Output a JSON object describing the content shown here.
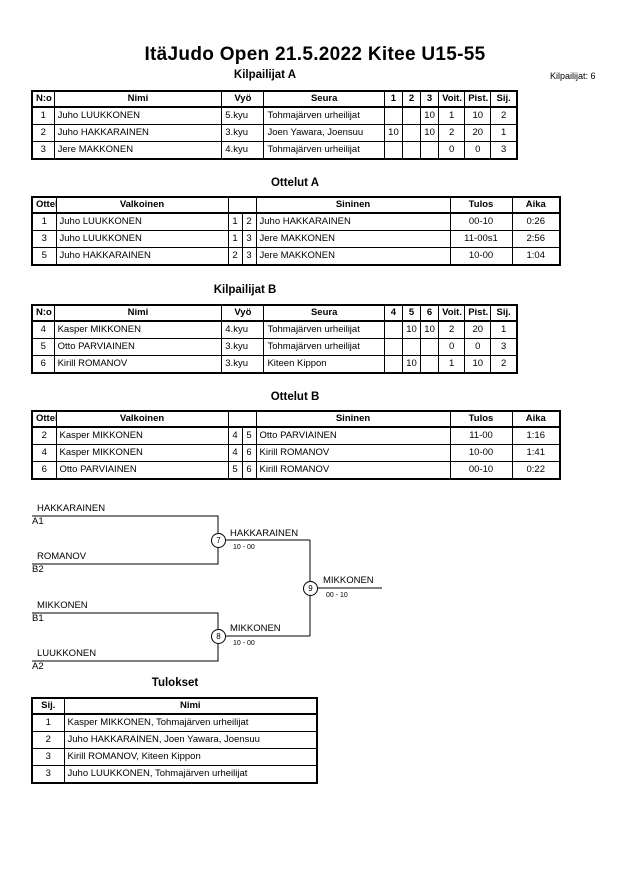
{
  "title": "ItäJudo Open  21.5.2022  Kitee   U15-55",
  "participant_count": "Kilpailijat: 6",
  "group_a": {
    "heading": "Kilpailijat A",
    "columns": [
      "N:o",
      "Nimi",
      "Vyö",
      "Seura",
      "1",
      "2",
      "3",
      "Voit.",
      "Pist.",
      "Sij."
    ],
    "rows": [
      {
        "no": "1",
        "name": "Juho LUUKKONEN",
        "belt": "5.kyu",
        "club": "Tohmajärven urheilijat",
        "r1": "",
        "r2": "",
        "r3": "10",
        "wins": "1",
        "points": "10",
        "place": "2"
      },
      {
        "no": "2",
        "name": "Juho HAKKARAINEN",
        "belt": "3.kyu",
        "club": "Joen Yawara, Joensuu",
        "r1": "10",
        "r2": "",
        "r3": "10",
        "wins": "2",
        "points": "20",
        "place": "1"
      },
      {
        "no": "3",
        "name": "Jere MAKKONEN",
        "belt": "4.kyu",
        "club": "Tohmajärven urheilijat",
        "r1": "",
        "r2": "",
        "r3": "",
        "wins": "0",
        "points": "0",
        "place": "3"
      }
    ]
  },
  "matches_a": {
    "heading": "Ottelut A",
    "columns": [
      "Ottelu",
      "Valkoinen",
      "Sininen",
      "Tulos",
      "Aika"
    ],
    "rows": [
      {
        "match": "1",
        "white": "Juho LUUKKONEN",
        "wn": "1",
        "bn": "2",
        "blue": "Juho HAKKARAINEN",
        "result": "00-10",
        "time": "0:26"
      },
      {
        "match": "3",
        "white": "Juho LUUKKONEN",
        "wn": "1",
        "bn": "3",
        "blue": "Jere MAKKONEN",
        "result": "11-00s1",
        "time": "2:56"
      },
      {
        "match": "5",
        "white": "Juho HAKKARAINEN",
        "wn": "2",
        "bn": "3",
        "blue": "Jere MAKKONEN",
        "result": "10-00",
        "time": "1:04"
      }
    ]
  },
  "group_b": {
    "heading": "Kilpailijat B",
    "columns": [
      "N:o",
      "Nimi",
      "Vyö",
      "Seura",
      "4",
      "5",
      "6",
      "Voit.",
      "Pist.",
      "Sij."
    ],
    "rows": [
      {
        "no": "4",
        "name": "Kasper MIKKONEN",
        "belt": "4.kyu",
        "club": "Tohmajärven urheilijat",
        "r1": "",
        "r2": "10",
        "r3": "10",
        "wins": "2",
        "points": "20",
        "place": "1"
      },
      {
        "no": "5",
        "name": "Otto PARVIAINEN",
        "belt": "3.kyu",
        "club": "Tohmajärven urheilijat",
        "r1": "",
        "r2": "",
        "r3": "",
        "wins": "0",
        "points": "0",
        "place": "3"
      },
      {
        "no": "6",
        "name": "Kirill ROMANOV",
        "belt": "3.kyu",
        "club": "Kiteen Kippon",
        "r1": "",
        "r2": "10",
        "r3": "",
        "wins": "1",
        "points": "10",
        "place": "2"
      }
    ]
  },
  "matches_b": {
    "heading": "Ottelut B",
    "columns": [
      "Ottelu",
      "Valkoinen",
      "Sininen",
      "Tulos",
      "Aika"
    ],
    "rows": [
      {
        "match": "2",
        "white": "Kasper MIKKONEN",
        "wn": "4",
        "bn": "5",
        "blue": "Otto PARVIAINEN",
        "result": "11-00",
        "time": "1:16"
      },
      {
        "match": "4",
        "white": "Kasper MIKKONEN",
        "wn": "4",
        "bn": "6",
        "blue": "Kirill ROMANOV",
        "result": "10-00",
        "time": "1:41"
      },
      {
        "match": "6",
        "white": "Otto PARVIAINEN",
        "wn": "5",
        "bn": "6",
        "blue": "Kirill ROMANOV",
        "result": "00-10",
        "time": "0:22"
      }
    ]
  },
  "bracket": {
    "entries": [
      {
        "name": "HAKKARAINEN",
        "code": "A1"
      },
      {
        "name": "ROMANOV",
        "code": "B2"
      },
      {
        "name": "MIKKONEN",
        "code": "B1"
      },
      {
        "name": "LUUKKONEN",
        "code": "A2"
      }
    ],
    "semi1": {
      "number": "7",
      "winner": "HAKKARAINEN",
      "score": "10 - 00"
    },
    "semi2": {
      "number": "8",
      "winner": "MIKKONEN",
      "score": "10 - 00"
    },
    "final": {
      "number": "9",
      "winner": "MIKKONEN",
      "score": "00 - 10"
    }
  },
  "results": {
    "heading": "Tulokset",
    "columns": [
      "Sij.",
      "Nimi"
    ],
    "rows": [
      {
        "place": "1",
        "name": "Kasper MIKKONEN, Tohmajärven urheilijat"
      },
      {
        "place": "2",
        "name": "Juho HAKKARAINEN, Joen Yawara, Joensuu"
      },
      {
        "place": "3",
        "name": "Kirill ROMANOV, Kiteen Kippon"
      },
      {
        "place": "3",
        "name": "Juho LUUKKONEN, Tohmajärven urheilijat"
      }
    ]
  }
}
